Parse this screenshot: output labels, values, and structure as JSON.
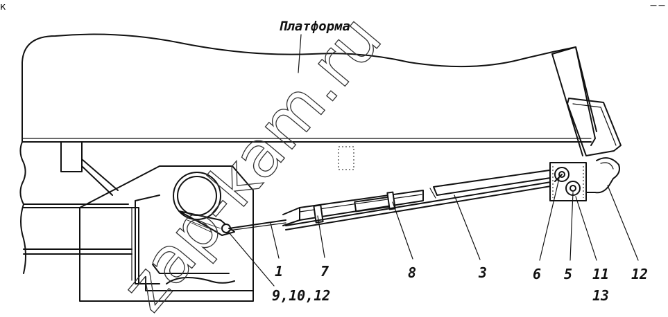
{
  "corner_mark": "к",
  "platform_label": "Платформа",
  "watermark": "zap-kam.ru",
  "callouts": [
    {
      "id": "c1",
      "text": "1"
    },
    {
      "id": "c9",
      "text": "9,10,12"
    },
    {
      "id": "c7",
      "text": "7"
    },
    {
      "id": "c8",
      "text": "8"
    },
    {
      "id": "c3",
      "text": "3"
    },
    {
      "id": "c6",
      "text": "6"
    },
    {
      "id": "c5",
      "text": "5"
    },
    {
      "id": "c11",
      "text": "11"
    },
    {
      "id": "c13",
      "text": "13"
    },
    {
      "id": "c12",
      "text": "12"
    }
  ]
}
